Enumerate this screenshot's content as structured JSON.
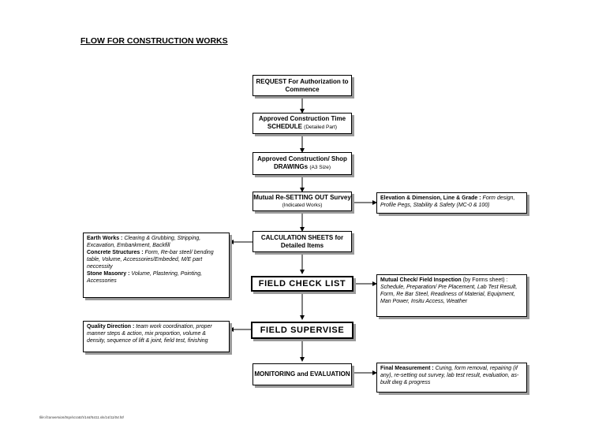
{
  "title": "FLOW FOR CONSTRUCTION WORKS",
  "main": {
    "request": "REQUEST For Authorization to Commence",
    "schedule_main": "Approved Construction Time SCHEDULE",
    "schedule_note": "(Detailed Part)",
    "drawings_main": "Approved Construction/ Shop DRAWINGs",
    "drawings_note": "(A3 Size)",
    "setting_main": "Mutual Re-SETTING OUT Survey",
    "setting_note": "(Indicated Works)",
    "calc": "CALCULATION SHEETS for Detailed Items",
    "checklist": "FIELD CHECK LIST",
    "supervise": "FIELD SUPERVISE",
    "monitoring": "MONITORING and EVALUATION"
  },
  "side": {
    "elevation_head": "Elevation & Dimension, Line & Grade :",
    "elevation_body": "Form design, Profile Pegs, Stability & Safety (MC-0 & 100)",
    "earth_head": "Earth Works :",
    "earth_body": "Clearing & Grubbing, Stripping, Excavation, Embankment, Backfill",
    "concrete_head": "Concrete Structures :",
    "concrete_body": "Form, Re-bar steel/ bending table, Volume, Accessories/Embeded, M/E part neccessity",
    "stone_head": "Stone Masonry :",
    "stone_body": "Volume, Plastering, Pointing, Accessories",
    "mutual_head": "Mutual Check/ Field Inspection",
    "mutual_note": "(by Forms sheet) :",
    "mutual_body": "Schedule, Preparation/ Pre Placement, Lab Test Result, Form, Re Bar Steel, Readiness of Material, Equipment, Man Power, Insitu Access, Weather",
    "quality_head": "Quality Direction :",
    "quality_body": "team work coordination, proper manner steps & action, mix proportion, volume & density, sequence of lift & joint, field test, finishing",
    "final_head": "Final Measurement :",
    "final_body": "Curing, form removal, repairing (if any), re-setting out survey, lab test result, evaluation, as-built dwg & progress"
  },
  "footer": "file://conversion/tmp/scratch/144/5411.xls/14/11/04.htl",
  "colors": {
    "line": "#000000",
    "shadow": "#9a9a9a"
  }
}
